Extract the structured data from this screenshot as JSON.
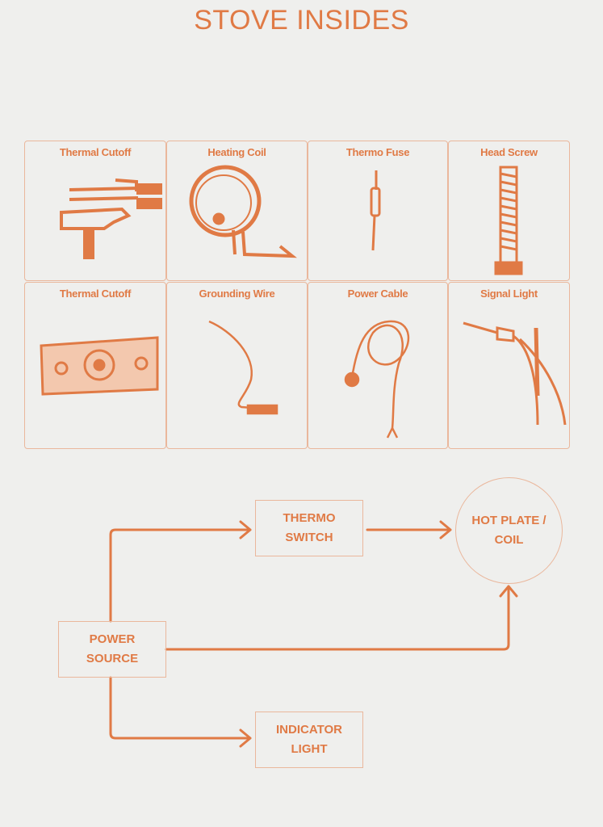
{
  "title": "STOVE INSIDES",
  "accent": "#e07a45",
  "parts": [
    {
      "label": "Thermal Cutoff",
      "icon": "thermal-cutoff-icon"
    },
    {
      "label": "Heating Coil",
      "icon": "heating-coil-icon"
    },
    {
      "label": "Thermo Fuse",
      "icon": "thermo-fuse-icon"
    },
    {
      "label": "Head Screw",
      "icon": "head-screw-icon"
    },
    {
      "label": "Thermal Cutoff",
      "icon": "thermal-cutoff-plate-icon"
    },
    {
      "label": "Grounding Wire",
      "icon": "grounding-wire-icon"
    },
    {
      "label": "Power Cable",
      "icon": "power-cable-icon"
    },
    {
      "label": "Signal Light",
      "icon": "signal-light-icon"
    }
  ],
  "flow": {
    "power_source": "POWER\nSOURCE",
    "thermo_switch": "THERMO\nSWITCH",
    "hot_plate": "HOT PLATE /\nCOIL",
    "indicator_light": "INDICATOR\nLIGHT"
  }
}
